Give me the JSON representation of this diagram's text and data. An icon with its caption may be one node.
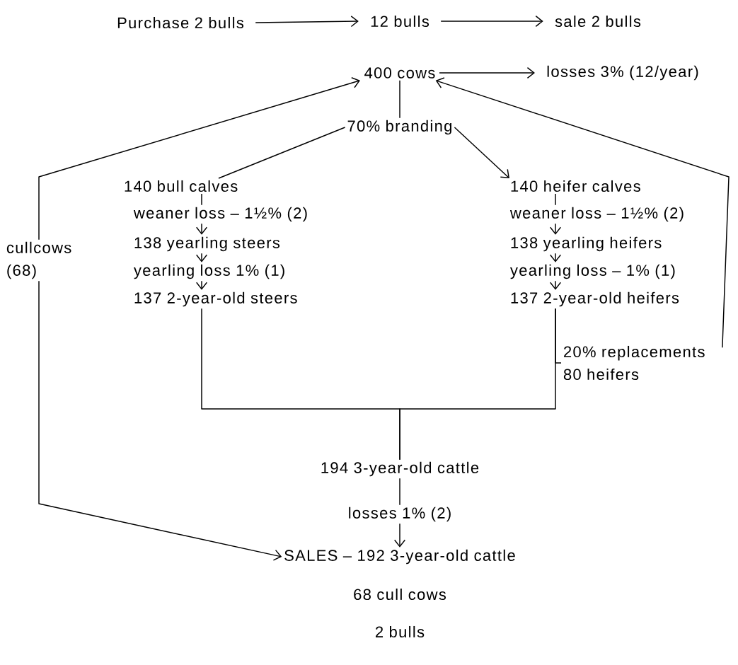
{
  "diagram": {
    "nodes": [
      {
        "text": [
          "Purchase 2 bulls"
        ]
      },
      {
        "text": [
          "12 bulls"
        ]
      },
      {
        "text": [
          "sale 2 bulls"
        ]
      },
      {
        "text": [
          "400 cows"
        ]
      },
      {
        "text": [
          "losses 3% (12/year)"
        ]
      },
      {
        "text": [
          "70% branding"
        ]
      },
      {
        "text": [
          "140 bull calves"
        ]
      },
      {
        "text": [
          "weaner loss – 1½% (2)"
        ]
      },
      {
        "text": [
          "138 yearling steers"
        ]
      },
      {
        "text": [
          "yearling loss 1% (1)"
        ]
      },
      {
        "text": [
          "137 2-year-old steers"
        ]
      },
      {
        "text": [
          "140 heifer calves"
        ]
      },
      {
        "text": [
          "weaner loss – 1½% (2)"
        ]
      },
      {
        "text": [
          "138 yearling heifers"
        ]
      },
      {
        "text": [
          "yearling loss – 1% (1)"
        ]
      },
      {
        "text": [
          "137 2-year-old heifers"
        ]
      },
      {
        "text": [
          "20% replacements 80 heifers"
        ]
      },
      {
        "text": [
          "cullcows (68)"
        ]
      },
      {
        "text": [
          "194 3-year-old cattle"
        ]
      },
      {
        "text": [
          "losses 1% (2)"
        ]
      },
      {
        "text": [
          "SALES – 192 3-year-old cattle"
        ]
      },
      {
        "text": [
          "68 cull cows"
        ]
      },
      {
        "text": [
          "2 bulls"
        ]
      }
    ],
    "edges": [
      {
        "from": 0,
        "to": 1,
        "arrow": "to"
      },
      {
        "from": 1,
        "to": 2,
        "arrow": "to"
      },
      {
        "from": 3,
        "to": 4,
        "arrow": "to"
      },
      {
        "from": 3,
        "to": 5,
        "arrow": "none"
      },
      {
        "from": 5,
        "to": 6,
        "arrow": "none"
      },
      {
        "from": 5,
        "to": 11,
        "arrow": "to"
      },
      {
        "from": 6,
        "to": 7,
        "arrow": "none"
      },
      {
        "from": 7,
        "to": 8,
        "arrow": "to"
      },
      {
        "from": 8,
        "to": 9,
        "arrow": "to"
      },
      {
        "from": 9,
        "to": 10,
        "arrow": "to"
      },
      {
        "from": 11,
        "to": 12,
        "arrow": "none"
      },
      {
        "from": 12,
        "to": 13,
        "arrow": "to"
      },
      {
        "from": 13,
        "to": 14,
        "arrow": "to"
      },
      {
        "from": 14,
        "to": 15,
        "arrow": "to"
      },
      {
        "from": 10,
        "to": 18,
        "arrow": "none"
      },
      {
        "from": 15,
        "to": 18,
        "arrow": "none"
      },
      {
        "from": 15,
        "to": 16,
        "arrow": "none"
      },
      {
        "from": 16,
        "to": 3,
        "arrow": "to"
      },
      {
        "from": 17,
        "to": 3,
        "arrow": "to"
      },
      {
        "from": 17,
        "to": 20,
        "arrow": "to"
      },
      {
        "from": 18,
        "to": 19,
        "arrow": "none"
      },
      {
        "from": 19,
        "to": 20,
        "arrow": "to"
      }
    ]
  }
}
